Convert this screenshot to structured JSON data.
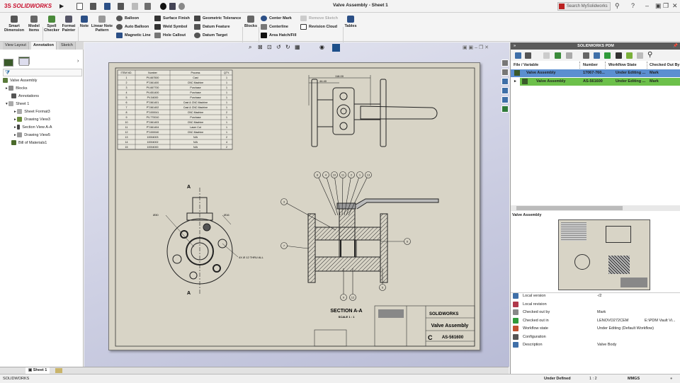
{
  "app": {
    "brand": "SOLIDWORKS",
    "window_title": "Valve Assembly - Sheet 1",
    "search_placeholder": "Search MySolidworks"
  },
  "ribbon": {
    "smart_dimension": "Smart Dimension",
    "model_items": "Model Items",
    "spell_checker": "Spell Checker",
    "format_painter": "Format Painter",
    "note": "Note",
    "linear_note_pattern": "Linear Note Pattern",
    "balloon": "Balloon",
    "auto_balloon": "Auto Balloon",
    "magnetic_line": "Magnetic Line",
    "surface_finish": "Surface Finish",
    "weld_symbol": "Weld Symbol",
    "hole_callout": "Hole Callout",
    "geometric_tolerance": "Geometric Tolerance",
    "datum_feature": "Datum Feature",
    "datum_target": "Datum Target",
    "blocks": "Blocks",
    "center_mark": "Center Mark",
    "centerline": "Centerline",
    "area_hatch": "Area Hatch/Fill",
    "remove_sketch": "Remove Sketch",
    "revision_cloud": "Revision Cloud",
    "tables": "Tables"
  },
  "tabs": [
    {
      "label": "View Layout"
    },
    {
      "label": "Annotation",
      "active": true
    },
    {
      "label": "Sketch"
    }
  ],
  "tree": {
    "root": "Valve Assembly",
    "items": [
      "Blocks",
      "Annotations",
      "Sheet 1",
      "Sheet Format3",
      "Drawing View3",
      "Section View A-A",
      "Drawing View5",
      "Bill of Materials1"
    ]
  },
  "bom": {
    "headers": [
      "ITEM NO.",
      "Number",
      "Process",
      "QTY."
    ],
    "rows": [
      [
        "1",
        "PV-667500",
        "Cast",
        "1"
      ],
      [
        "2",
        "PT-561400",
        "CNC Machine",
        "1"
      ],
      [
        "3",
        "PV-667700",
        "Purchase",
        "1"
      ],
      [
        "4",
        "PV-651400",
        "Purchase",
        "1"
      ],
      [
        "5",
        "PV-54000",
        "Purchase",
        "1"
      ],
      [
        "6",
        "PT-561401",
        "Cast & CNC Machine",
        "1"
      ],
      [
        "7",
        "PT-561402",
        "Cast & CNC Machine",
        "1"
      ],
      [
        "8",
        "PT-000041",
        "CNC Machine",
        "2"
      ],
      [
        "9",
        "PV-770010",
        "Purchase",
        "1"
      ],
      [
        "10",
        "PT-561403",
        "CNC Machine",
        "1"
      ],
      [
        "11",
        "PT-561404",
        "Laser Cut",
        "1"
      ],
      [
        "12",
        "PT-000040",
        "CNC Machine",
        "1"
      ],
      [
        "13",
        "10004003",
        "N/A",
        "2"
      ],
      [
        "14",
        "10004002",
        "N/A",
        "4"
      ],
      [
        "15",
        "10004000",
        "N/A",
        "2"
      ]
    ]
  },
  "drawing": {
    "dim_overall": "118.00",
    "dim_partial": "44.40",
    "section_marker": "A",
    "dia_a": "Ø30",
    "dia_b": "Ø16",
    "hole_callout": "4X Ø 12 THRU ALL",
    "balloons_top": [
      "8",
      "4",
      "10",
      "11",
      "2",
      "1",
      "13"
    ],
    "balloon_left_upper": "3",
    "balloon_left_lower": "7",
    "balloon_right": "6",
    "balloons_bottom": [
      "9",
      "12",
      "5"
    ],
    "section_title": "SECTION A-A",
    "section_scale": "SCALE 1 : 1",
    "title_block": {
      "brand": "SOLIDWORKS",
      "title": "Valve Assembly",
      "size": "C",
      "dwg_no": "AS-561600"
    }
  },
  "pdm": {
    "header": "SOLIDWORKS PDM",
    "columns": [
      "File / Variable",
      "Number",
      "Workflow State",
      "Checked Out By"
    ],
    "rows": [
      {
        "name": "Valve Assembly",
        "number": "17067-760...",
        "state": "Under Editing ...",
        "checked_out_by": "Mark",
        "color": "#5b8fd0"
      },
      {
        "name": "Valve Assembly",
        "number": "AS-561600",
        "state": "Under Editing ...",
        "checked_out_by": "Mark",
        "color": "#6cc04a"
      }
    ],
    "preview_label": "Valve Assembly",
    "properties": [
      {
        "label": "Local version",
        "value": "-/2"
      },
      {
        "label": "Local revision",
        "value": ""
      },
      {
        "label": "Checked out by",
        "value": "Mark"
      },
      {
        "label": "Checked out in",
        "value": "LENOVO272CEM",
        "value2": "E:\\PDM Vault Vi..."
      },
      {
        "label": "Workflow state",
        "value": "Under Editing (Default Workflow)"
      },
      {
        "label": "Configuration",
        "value": ""
      },
      {
        "label": "Description",
        "value": "Valve Body"
      }
    ]
  },
  "sheet_tab": "Sheet 1",
  "status": {
    "app": "SOLIDWORKS",
    "state": "Under Defined",
    "scale": "1 : 2",
    "units": "MMGS"
  }
}
